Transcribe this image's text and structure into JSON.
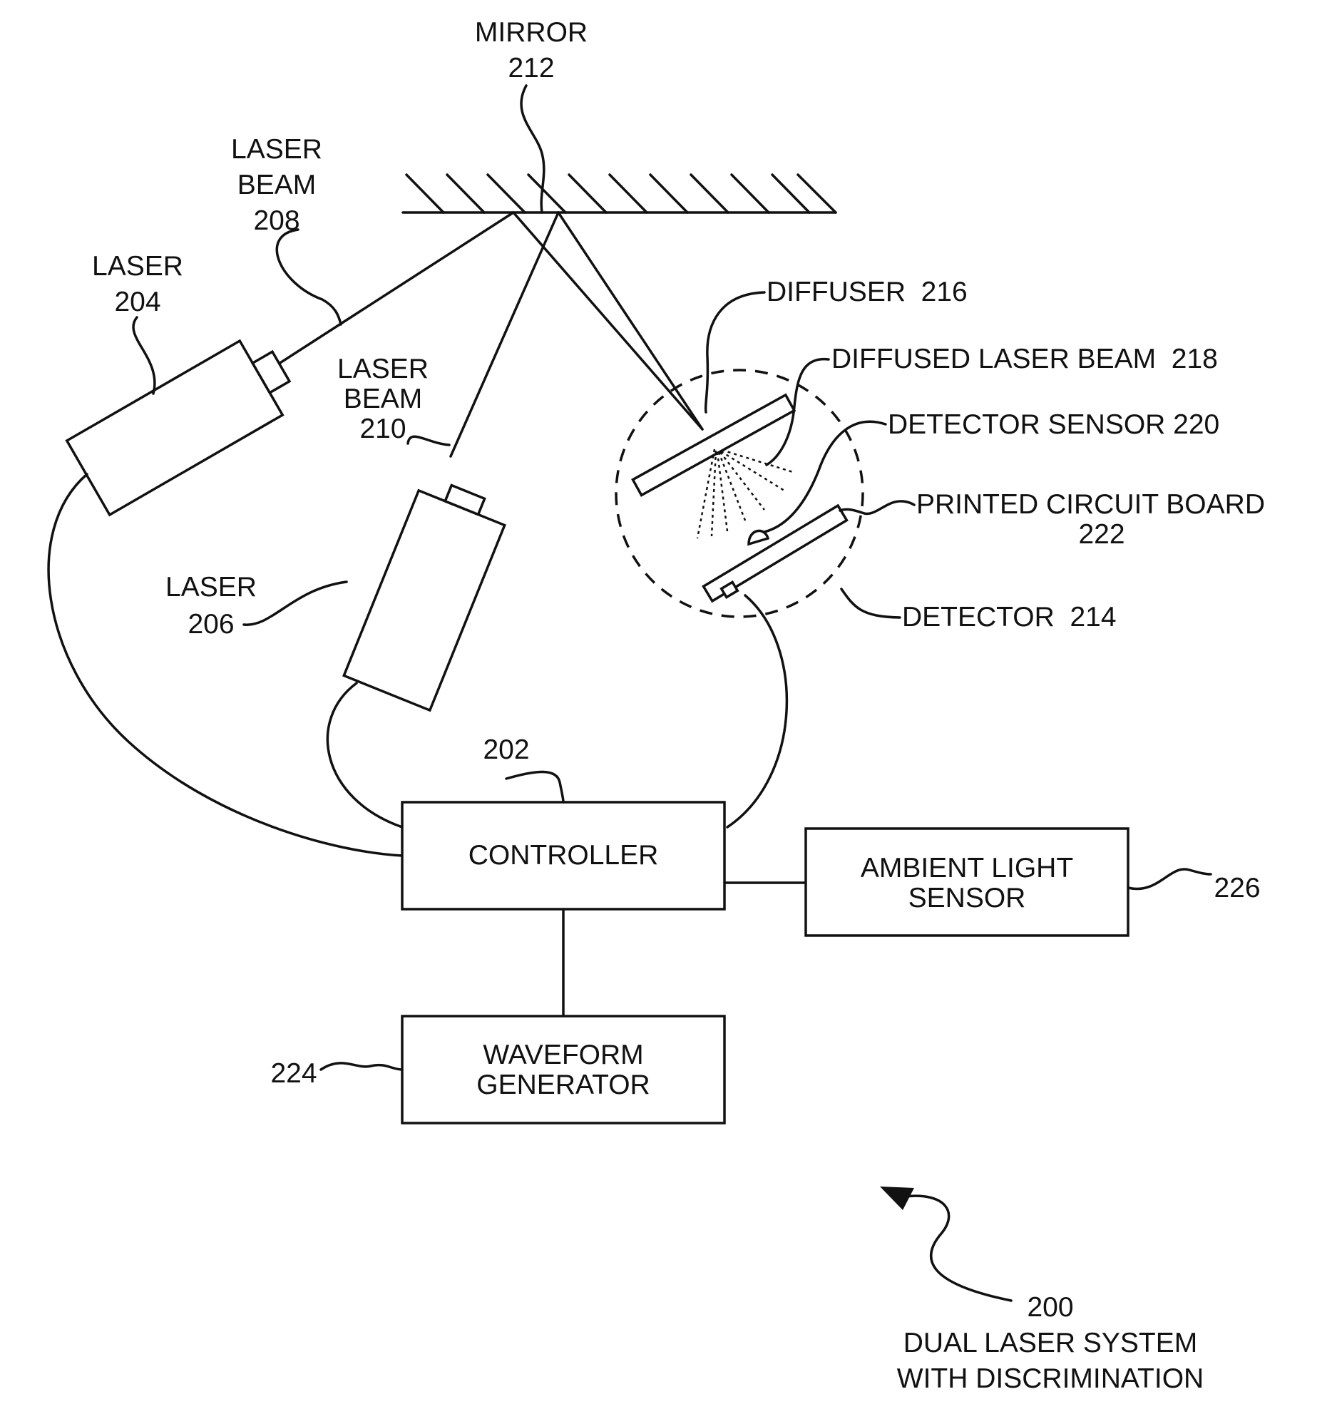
{
  "mirror": {
    "label": "MIRROR",
    "ref": "212"
  },
  "laser_beam_208": {
    "line1": "LASER",
    "line2": "BEAM",
    "ref": "208"
  },
  "laser_204": {
    "label": "LASER",
    "ref": "204"
  },
  "laser_beam_210": {
    "line1": "LASER",
    "line2": "BEAM",
    "ref": "210"
  },
  "laser_206": {
    "label": "LASER",
    "ref": "206"
  },
  "diffuser": {
    "label": "DIFFUSER  216"
  },
  "diffused_laser_beam": {
    "label": "DIFFUSED LASER BEAM  218"
  },
  "detector_sensor": {
    "label": "DETECTOR SENSOR 220"
  },
  "printed_circuit_board": {
    "line1": "PRINTED CIRCUIT BOARD",
    "line2": "222"
  },
  "detector": {
    "label": "DETECTOR  214"
  },
  "controller": {
    "ref": "202",
    "label": "CONTROLLER"
  },
  "ambient_light_sensor": {
    "line1": "AMBIENT LIGHT",
    "line2": "SENSOR",
    "ref": "226"
  },
  "waveform_generator": {
    "line1": "WAVEFORM",
    "line2": "GENERATOR",
    "ref": "224"
  },
  "system": {
    "ref": "200",
    "line1": "DUAL LASER SYSTEM",
    "line2": "WITH DISCRIMINATION"
  }
}
